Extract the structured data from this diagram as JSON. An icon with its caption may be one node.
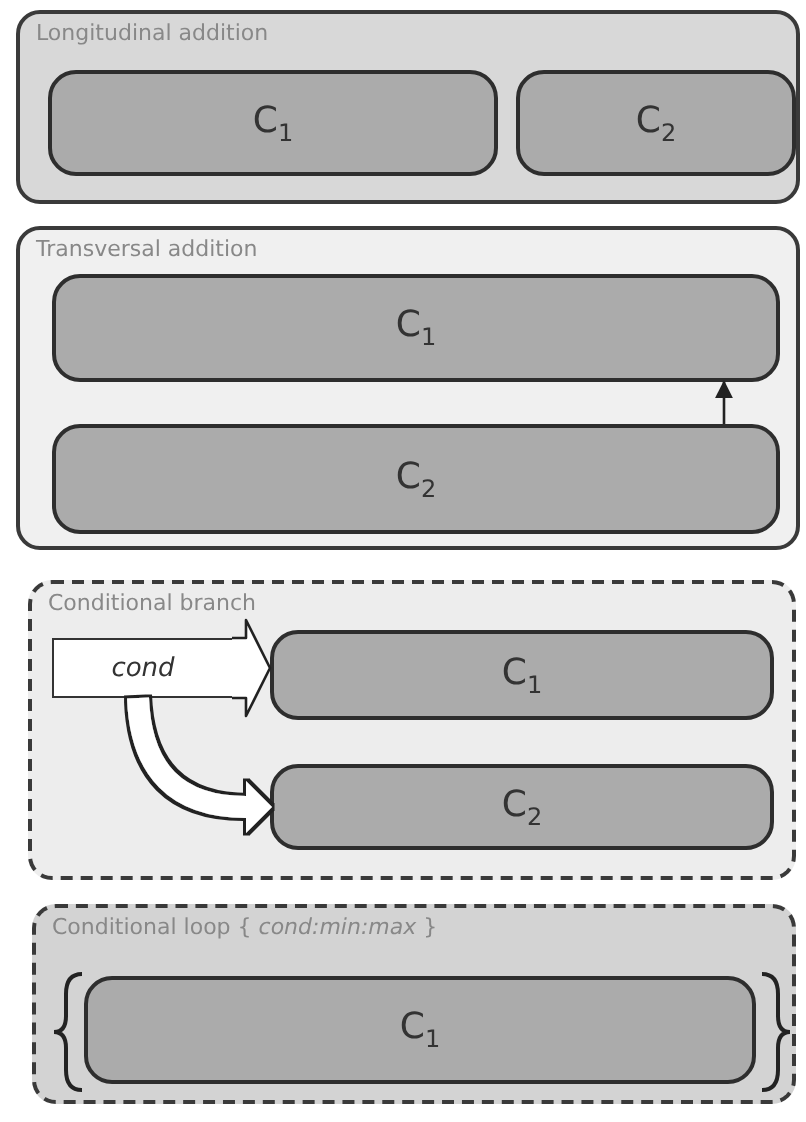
{
  "diagram": {
    "nodes": [
      {
        "text": [
          "Longitudinal addition"
        ]
      },
      {
        "text": [
          "C$_{1}$"
        ],
        "in": 0
      },
      {
        "text": [
          "C$_{2}$"
        ],
        "in": 0
      },
      {
        "text": [
          "Transversal addition"
        ]
      },
      {
        "text": [
          "C$_{1}$"
        ],
        "in": 3
      },
      {
        "text": [
          "C$_{2}$"
        ],
        "in": 3
      },
      {
        "text": [
          "Conditional branch"
        ]
      },
      {
        "text": [
          "cond"
        ],
        "in": 6
      },
      {
        "text": [
          "C$_{1}$"
        ],
        "in": 6
      },
      {
        "text": [
          "C$_{2}$"
        ],
        "in": 6
      },
      {
        "text": [
          "Conditional loop { *cond:min:max* }"
        ]
      },
      {
        "text": [
          "C$_{1}$"
        ],
        "in": 10
      }
    ],
    "edges": [
      {
        "from": 5,
        "to": 4,
        "arrow": "to"
      },
      {
        "from": 7,
        "to": 8,
        "arrow": "to",
        "style": "thick",
        "color": "#ffffff"
      },
      {
        "from": 7,
        "to": 9,
        "arrow": "to",
        "style": "thick",
        "color": "#ffffff"
      }
    ]
  }
}
